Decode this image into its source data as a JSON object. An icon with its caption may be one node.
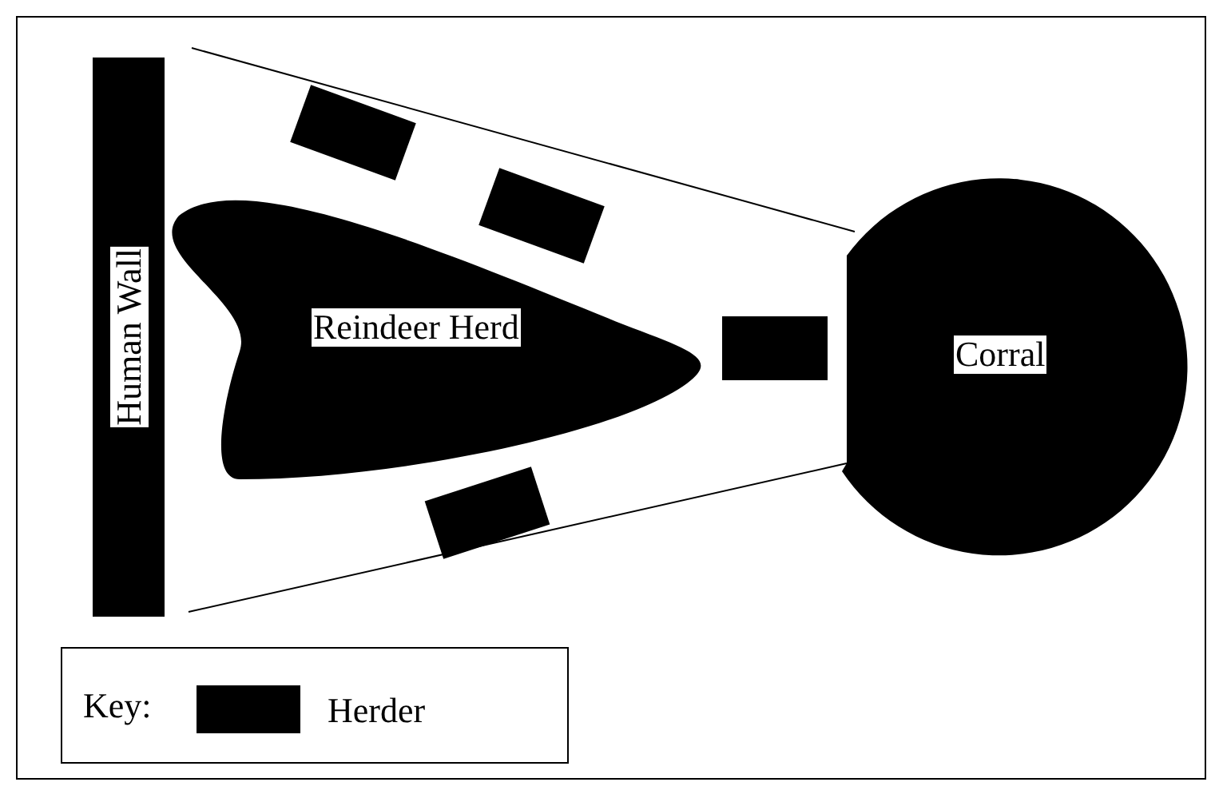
{
  "diagram": {
    "nodes": [
      {
        "text": [
          "Human Wall"
        ]
      },
      {
        "text": [],
        "shape": "box"
      },
      {
        "text": [],
        "shape": "box"
      },
      {
        "text": [
          "Reindeer Herd"
        ]
      },
      {
        "text": [],
        "shape": "box"
      },
      {
        "text": [],
        "shape": "box"
      },
      {
        "text": [
          "Corral"
        ]
      }
    ],
    "edges": [],
    "labels": [
      "Key:"
    ],
    "legend": [
      {
        "text": "Herder",
        "color": "#000000"
      }
    ]
  }
}
